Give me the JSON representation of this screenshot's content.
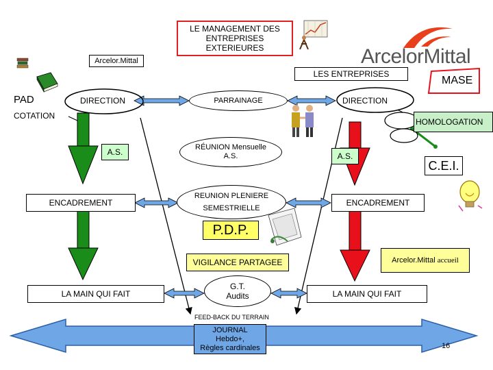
{
  "title": {
    "line1": "LE MANAGEMENT DES",
    "line2": "ENTREPRISES",
    "line3": "EXTERIEURES"
  },
  "brand": {
    "small_label": "Arcelor.Mittal",
    "logo_text": "ArcelorMittal",
    "logo_color": "#e8401c"
  },
  "left": {
    "pad": "PAD",
    "cotation": "COTATION",
    "direction": "DIRECTION",
    "as": "A.S.",
    "encadrement": "ENCADREMENT",
    "main_qui_fait": "LA MAIN QUI FAIT"
  },
  "center": {
    "parrainage": "PARRAINAGE",
    "reunion_mensuelle": {
      "line1": "RÉUNION Mensuelle",
      "line2": "A.S."
    },
    "reunion_pleniere": {
      "line1": "REUNION PLENIERE",
      "line2": "SEMESTRIELLE"
    },
    "pdp": "P.D.P.",
    "vigilance": "VIGILANCE PARTAGEE",
    "gt_audits": {
      "line1": "G.T.",
      "line2": "Audits"
    },
    "feedback": "FEED-BACK DU TERRAIN",
    "journal": {
      "line1": "JOURNAL",
      "line2": "Hebdo+,",
      "line3": "Règles cardinales"
    }
  },
  "right": {
    "les_entreprises": "LES ENTREPRISES",
    "mase": "MASE",
    "direction": "DIRECTION",
    "homologation": "HOMOLOGATION",
    "as": "A.S.",
    "cei": "C.E.I.",
    "encadrement": "ENCADREMENT",
    "accueil_brand": "Arcelor.Mittal",
    "accueil_word": "accueil",
    "main_qui_fait": "LA MAIN QUI FAIT"
  },
  "page_number": "16",
  "colors": {
    "green_arrow": "#1a8c1a",
    "red_arrow": "#e8101a",
    "blue_arrow": "#1e6fd0",
    "pale_green": "#ccffcc",
    "pale_yellow": "#ffff99",
    "pdp_yellow": "#ffff66",
    "journal_blue": "#6fa7e6",
    "homologation_bg": "#c8f0c8",
    "title_border": "#e02020"
  }
}
